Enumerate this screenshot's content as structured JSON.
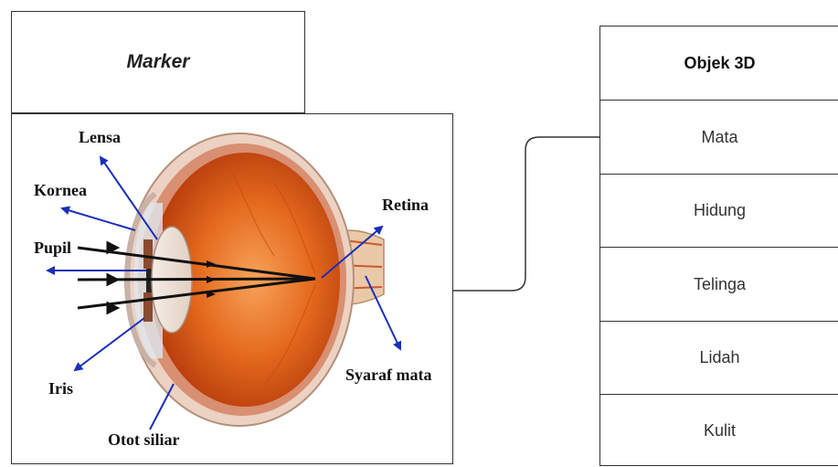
{
  "marker": {
    "title": "Marker",
    "labels": {
      "lensa": "Lensa",
      "kornea": "Kornea",
      "pupil": "Pupil",
      "retina": "Retina",
      "iris": "Iris",
      "syaraf_mata": "Syaraf mata",
      "otot_siliar": "Otot siliar"
    }
  },
  "objects": {
    "header": "Objek 3D",
    "items": [
      "Mata",
      "Hidung",
      "Telinga",
      "Lidah",
      "Kulit"
    ]
  }
}
